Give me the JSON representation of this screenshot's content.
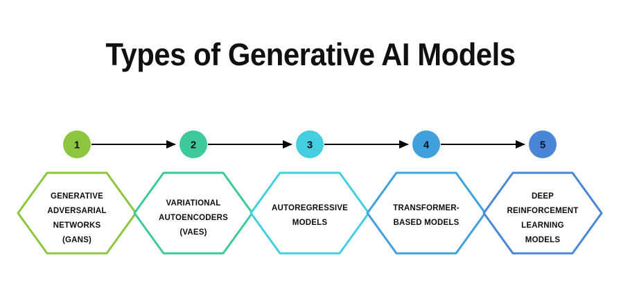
{
  "page": {
    "title": "Types of Generative AI Models",
    "background_color": "#ffffff"
  },
  "chart_data": {
    "type": "diagram-process-chain",
    "title": "Types of Generative AI Models",
    "orientation": "horizontal",
    "step_count": 5,
    "connector": "arrow",
    "steps": [
      {
        "number": "1",
        "label_lines": [
          "GENERATIVE",
          "ADVERSARIAL",
          "NETWORKS",
          "(GANS)"
        ],
        "label": "GENERATIVE ADVERSARIAL NETWORKS (GANS)",
        "color": "#8CC63E"
      },
      {
        "number": "2",
        "label_lines": [
          "VARIATIONAL",
          "AUTOENCODERS",
          "(VAES)"
        ],
        "label": "VARIATIONAL AUTOENCODERS (VAES)",
        "color": "#3DC99B"
      },
      {
        "number": "3",
        "label_lines": [
          "AUTOREGRESSIVE",
          "MODELS"
        ],
        "label": "AUTOREGRESSIVE MODELS",
        "color": "#44CFE0"
      },
      {
        "number": "4",
        "label_lines": [
          "TRANSFORMER-",
          "BASED MODELS"
        ],
        "label": "TRANSFORMER-BASED MODELS",
        "color": "#3FA0DC"
      },
      {
        "number": "5",
        "label_lines": [
          "DEEP",
          "REINFORCEMENT",
          "LEARNING",
          "MODELS"
        ],
        "label": "DEEP REINFORCEMENT LEARNING MODELS",
        "color": "#4A86D8"
      }
    ],
    "arrow_color": "#000000",
    "text_color": "#0d0d0d"
  }
}
